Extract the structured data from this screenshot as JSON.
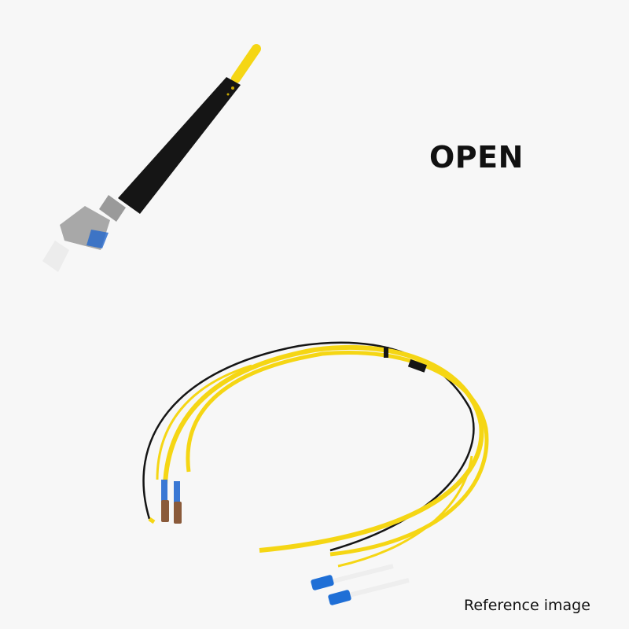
{
  "labels": {
    "open": "OPEN",
    "reference": "Reference image"
  },
  "colors": {
    "background": "#f7f7f7",
    "cable_yellow": "#f5d614",
    "boot_black": "#151515",
    "connector_blue": "#1f6fd6",
    "ferrule_brown": "#8a5a3a"
  },
  "images": {
    "connector": "st-fiber-connector-with-yellow-cable",
    "cable_assembly": "fiber-patch-cable-coil-with-lc-and-st-connectors"
  }
}
